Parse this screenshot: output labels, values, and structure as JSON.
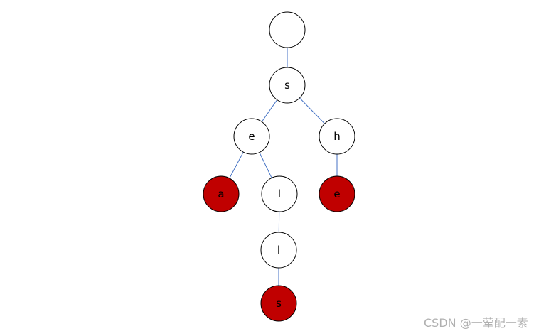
{
  "diagram": {
    "colors": {
      "edge": "#4472c4",
      "node_fill": "#ffffff",
      "highlight_fill": "#c00000",
      "stroke": "#000000"
    },
    "nodes": [
      {
        "id": "root",
        "label": "",
        "end": false
      },
      {
        "id": "s1",
        "label": "s",
        "end": false
      },
      {
        "id": "e1",
        "label": "e",
        "end": false
      },
      {
        "id": "h1",
        "label": "h",
        "end": false
      },
      {
        "id": "a1",
        "label": "a",
        "end": true
      },
      {
        "id": "l1",
        "label": "l",
        "end": false
      },
      {
        "id": "e2",
        "label": "e",
        "end": true
      },
      {
        "id": "l2",
        "label": "l",
        "end": false
      },
      {
        "id": "s2",
        "label": "s",
        "end": true
      }
    ],
    "edges": [
      [
        "root",
        "s1"
      ],
      [
        "s1",
        "e1"
      ],
      [
        "s1",
        "h1"
      ],
      [
        "e1",
        "a1"
      ],
      [
        "e1",
        "l1"
      ],
      [
        "h1",
        "e2"
      ],
      [
        "l1",
        "l2"
      ],
      [
        "l2",
        "s2"
      ]
    ]
  },
  "watermark": "CSDN @一荤配一素"
}
